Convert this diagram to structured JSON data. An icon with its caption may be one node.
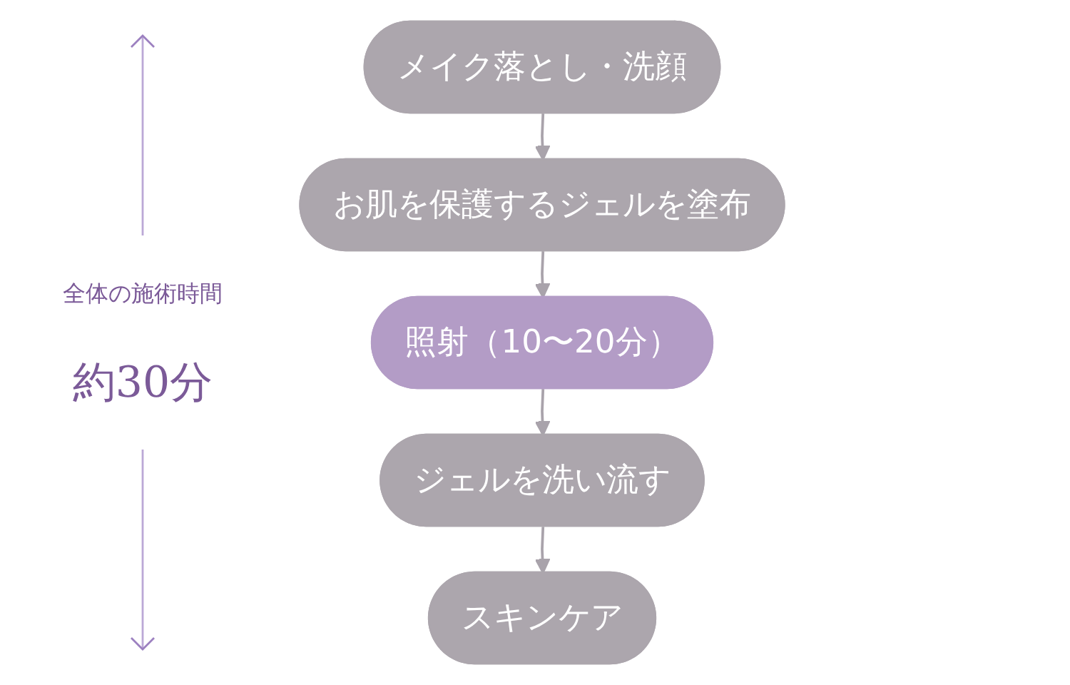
{
  "diagram": {
    "nodes": [
      {
        "text": [
          "メイク落とし・洗顔"
        ]
      },
      {
        "text": [
          "お肌を保護するジェルを塗布"
        ]
      },
      {
        "text": [
          "照射（10〜20分）"
        ]
      },
      {
        "text": [
          "ジェルを洗い流す"
        ]
      },
      {
        "text": [
          "スキンケア"
        ]
      }
    ],
    "edges": [
      {
        "from": 0,
        "to": 1,
        "arrow": "to"
      },
      {
        "from": 1,
        "to": 2,
        "arrow": "to"
      },
      {
        "from": 2,
        "to": 3,
        "arrow": "to"
      },
      {
        "from": 3,
        "to": 4,
        "arrow": "to"
      }
    ],
    "labels": [
      "全体の施術時間",
      "約30分"
    ]
  }
}
